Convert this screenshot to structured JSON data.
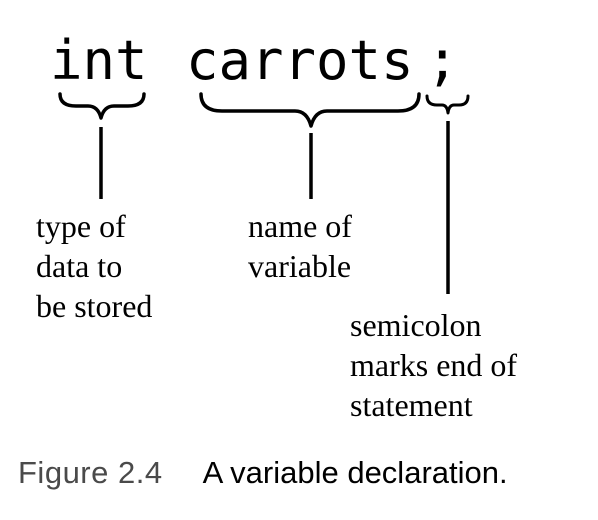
{
  "code": {
    "type_keyword": "int",
    "variable_name": "carrots",
    "terminator": ";"
  },
  "labels": {
    "type": [
      "type of",
      "data to",
      "be stored"
    ],
    "name": [
      "name of",
      "variable"
    ],
    "semicolon": [
      "semicolon",
      "marks end of",
      "statement"
    ]
  },
  "caption": {
    "figure_number": "Figure 2.4",
    "text": "A variable declaration."
  }
}
